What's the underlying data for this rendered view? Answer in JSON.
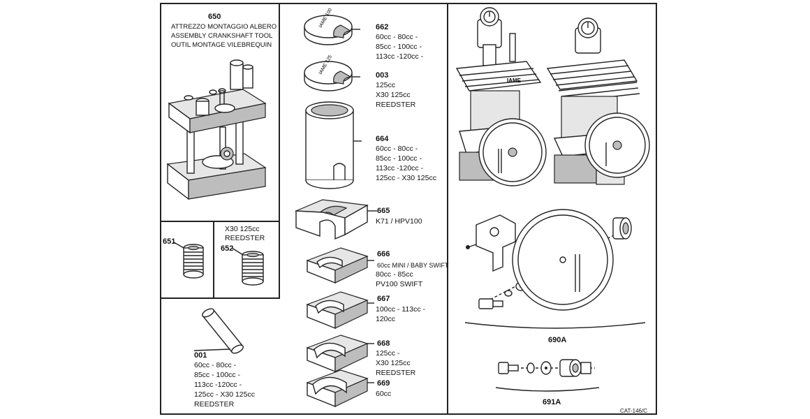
{
  "tool_650": {
    "code": "650",
    "lines": [
      "ATTREZZO MONTAGGIO ALBERO",
      "ASSEMBLY CRANKSHAFT TOOL",
      "OUTIL MONTAGE VILEBREQUIN"
    ]
  },
  "tool_651": {
    "code": "651"
  },
  "tool_652": {
    "code": "652",
    "lines": [
      "X30 125cc",
      "REEDSTER"
    ]
  },
  "tool_001": {
    "code": "001",
    "lines": [
      "60cc - 80cc -",
      "85cc - 100cc -",
      "113cc -120cc -",
      "125cc - X30 125cc",
      "REEDSTER"
    ]
  },
  "tool_662": {
    "code": "662",
    "lines": [
      "60cc - 80cc -",
      "85cc - 100cc -",
      "113cc -120cc -"
    ]
  },
  "tool_003": {
    "code": "003",
    "lines": [
      "125cc",
      "X30 125cc",
      "REEDSTER"
    ]
  },
  "tool_664": {
    "code": "664",
    "lines": [
      "60cc - 80cc -",
      "85cc - 100cc -",
      "113cc -120cc -",
      "125cc - X30 125cc"
    ]
  },
  "tool_665": {
    "code": "665",
    "lines": [
      "K71 / HPV100"
    ]
  },
  "tool_666": {
    "code": "666",
    "line1": "60cc MINI / BABY SWIFT",
    "lines": [
      "80cc - 85cc",
      "PV100 SWIFT"
    ]
  },
  "tool_667": {
    "code": "667",
    "lines": [
      "100cc - 113cc -",
      "120cc"
    ]
  },
  "tool_668": {
    "code": "668",
    "lines": [
      "125cc -",
      "X30 125cc",
      "REEDSTER"
    ]
  },
  "tool_669": {
    "code": "669",
    "lines": [
      "60cc"
    ]
  },
  "tool_690A": {
    "code": "690A"
  },
  "tool_691A": {
    "code": "691A"
  },
  "ring_text_662": "IAME 100",
  "ring_text_003": "IAME 125",
  "engine_brand": "IAME",
  "catalog_ref": "CAT-146/C"
}
